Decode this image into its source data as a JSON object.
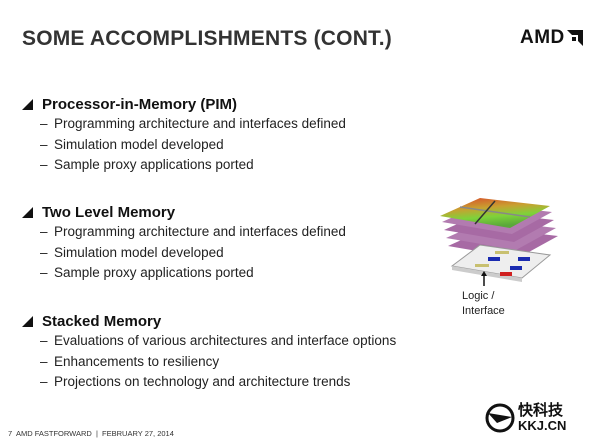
{
  "title": "SOME ACCOMPLISHMENTS (CONT.)",
  "logo": "AMD",
  "sections": [
    {
      "heading": "Processor-in-Memory (PIM)",
      "items": [
        "Programming architecture and interfaces defined",
        "Simulation model developed",
        "Sample proxy applications ported"
      ]
    },
    {
      "heading": "Two Level Memory",
      "items": [
        "Programming architecture and interfaces defined",
        "Simulation model developed",
        "Sample proxy applications ported"
      ]
    },
    {
      "heading": "Stacked Memory",
      "items": [
        "Evaluations of various architectures and interface options",
        "Enhancements to resiliency",
        "Projections on technology and architecture trends"
      ]
    }
  ],
  "figure": {
    "caption_line1": "Logic /",
    "caption_line2": "Interface"
  },
  "footer": {
    "page": "7",
    "text": "AMD FASTFORWARD  |  FEBRUARY 27, 2014"
  },
  "watermark": {
    "cn": "快科技",
    "en": "KKJ.CN"
  },
  "bullet_dash": "–"
}
